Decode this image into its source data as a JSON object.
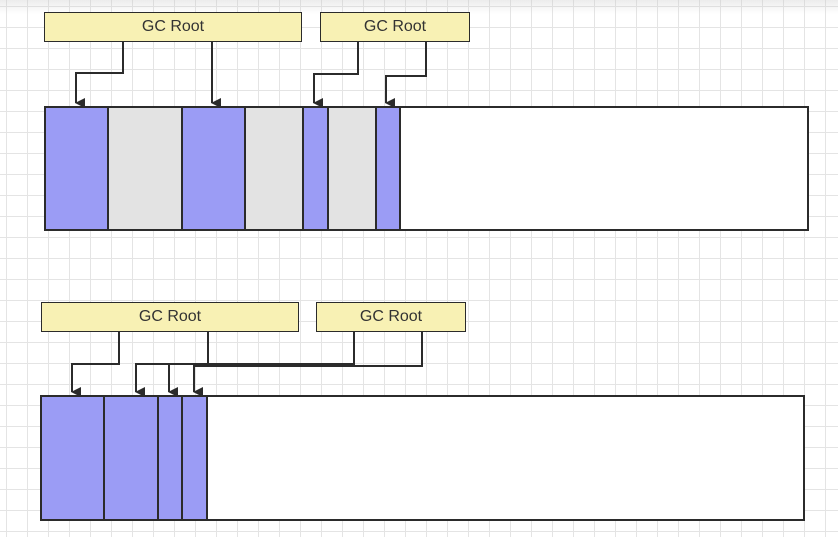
{
  "colors": {
    "live_object": "#9b9cf5",
    "garbage_object": "#e3e3e3",
    "free_space": "#ffffff",
    "root_fill": "#f8f1b4",
    "outline": "#2b2b2b"
  },
  "before": {
    "roots": [
      {
        "label": "GC Root"
      },
      {
        "label": "GC Root"
      }
    ],
    "blocks": [
      "live",
      "garbage",
      "live",
      "garbage",
      "live",
      "garbage",
      "live",
      "free"
    ]
  },
  "after": {
    "roots": [
      {
        "label": "GC Root"
      },
      {
        "label": "GC Root"
      }
    ],
    "blocks": [
      "live",
      "live",
      "live",
      "live",
      "free"
    ]
  }
}
